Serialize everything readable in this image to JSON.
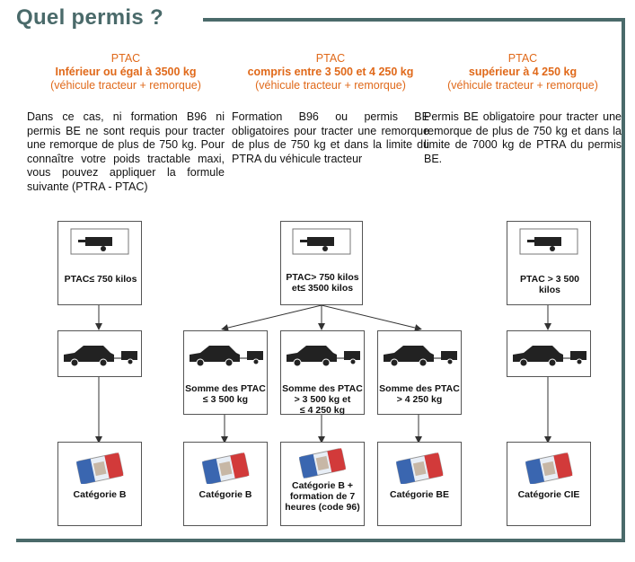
{
  "title": "Quel permis ?",
  "columns": [
    {
      "ptac": "PTAC",
      "condition": "Inférieur ou égal à 3500 kg",
      "note": "(véhicule tracteur + remorque)",
      "description": "Dans ce cas, ni formation B96 ni permis BE ne sont requis pour tracter une remorque de plus de 750 kg. Pour connaître votre poids tractable maxi, vous pouvez appliquer la formule suivante (PTRA - PTAC)"
    },
    {
      "ptac": "PTAC",
      "condition": "compris entre 3 500 et 4 250 kg",
      "note": "(véhicule tracteur + remorque)",
      "description": "Formation B96 ou permis BE obligatoires pour tracter une remorque de plus de 750 kg et dans la limite du PTRA du véhicule tracteur"
    },
    {
      "ptac": "PTAC",
      "condition": "supérieur à 4 250 kg",
      "note": "(véhicule tracteur + remorque)",
      "description": "Permis BE obligatoire pour tracter une remorque de plus de 750 kg et dans la limite de 7000 kg de PTRA du permis BE."
    }
  ],
  "flow": {
    "top": [
      "PTAC≤ 750 kilos",
      "PTAC> 750 kilos\net≤ 3500 kilos",
      "PTAC > 3 500\nkilos"
    ],
    "middle": [
      "",
      "Somme des PTAC\n≤ 3 500 kg",
      "Somme des PTAC\n> 3 500 kg et\n≤ 4 250 kg",
      "Somme des PTAC\n> 4 250 kg",
      ""
    ],
    "bottom": [
      "Catégorie B",
      "Catégorie B",
      "Catégorie B +\nformation de 7\nheures (code 96)",
      "Catégorie BE",
      "Catégorie CIE"
    ]
  },
  "colors": {
    "accent": "#e0691a",
    "frame": "#4a6a6a"
  }
}
